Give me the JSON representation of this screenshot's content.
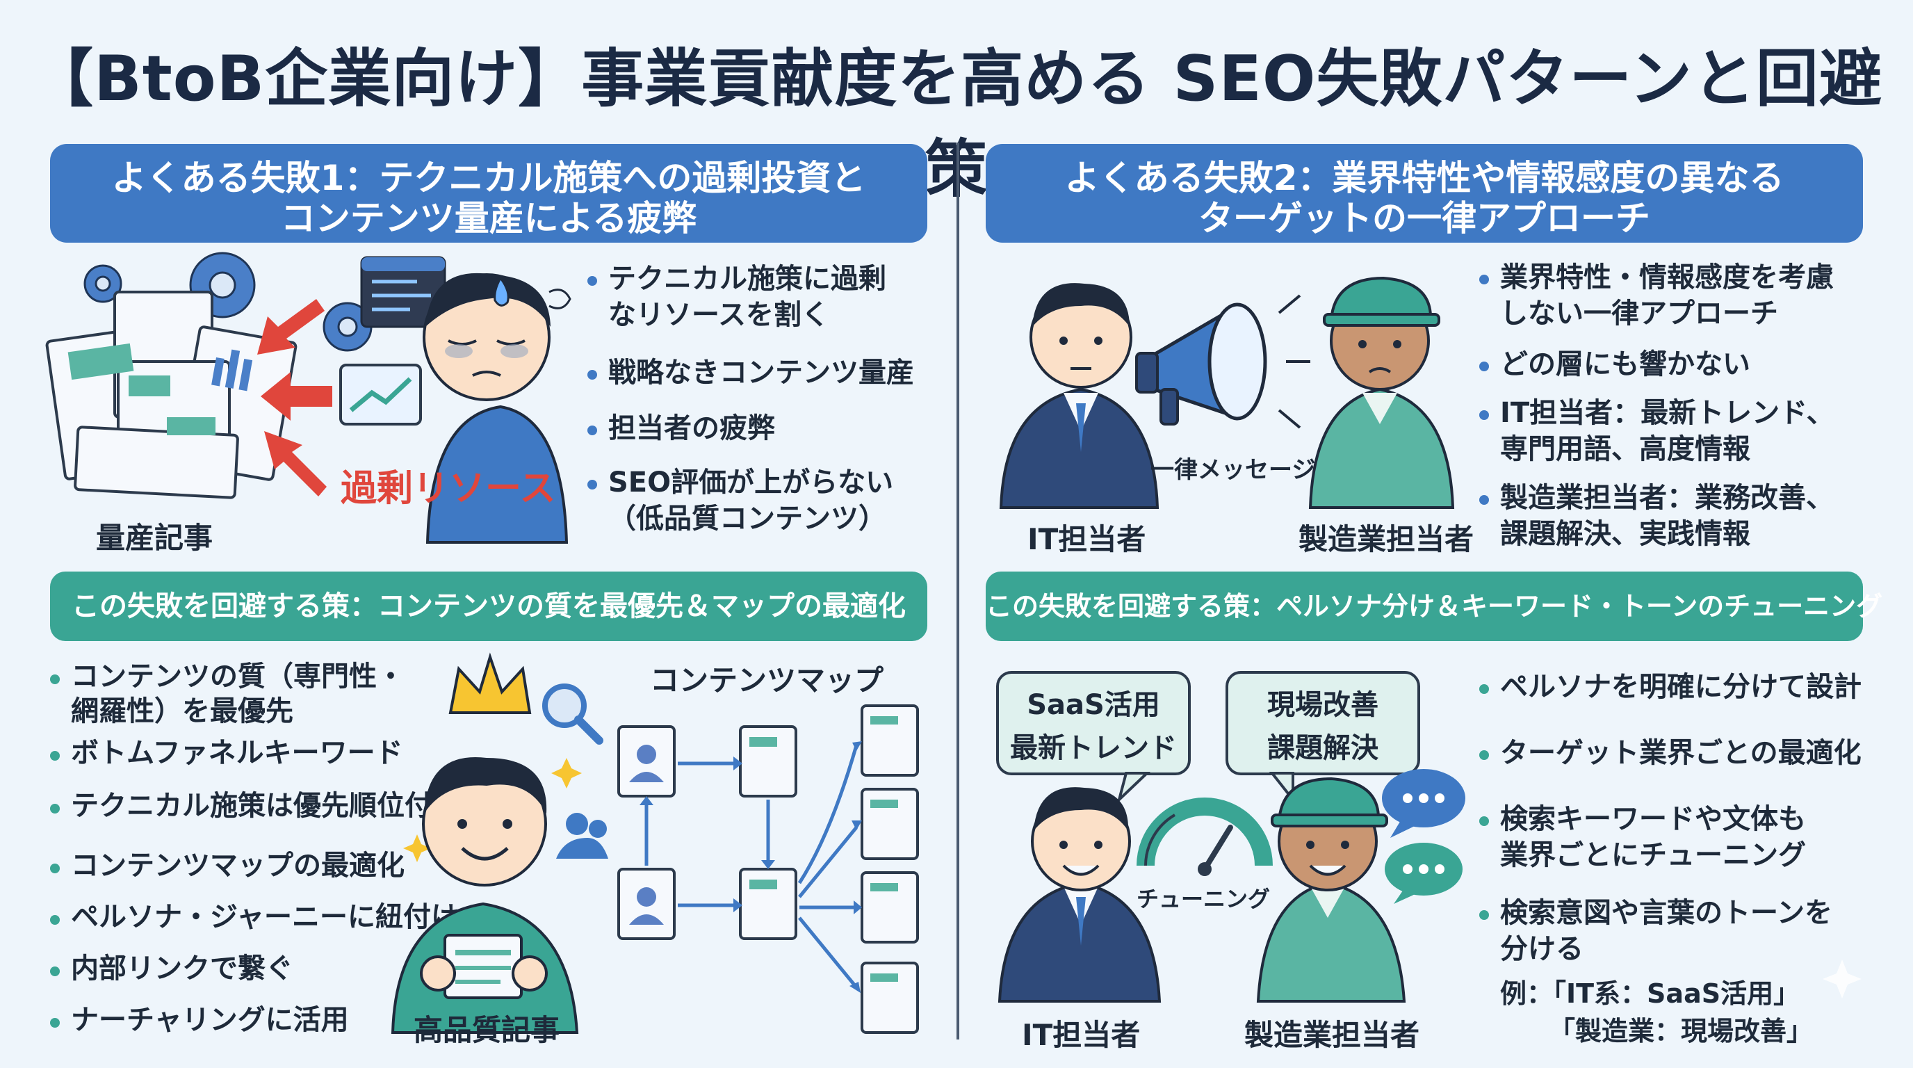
{
  "title": "【BtoB企業向け】事業貢献度を高める SEO失敗パターンと回避策",
  "colors": {
    "blue": "#3f79c4",
    "teal": "#3aa594",
    "red": "#e0463c",
    "navy": "#1b2a44"
  },
  "failure1": {
    "banner_line1": "よくある失敗1：テクニカル施策への過剰投資と",
    "banner_line2": "コンテンツ量産による疲弊",
    "overload_label": "過剰リソース",
    "mass_label": "量産記事",
    "points": [
      "テクニカル施策に過剰\nなリソースを割く",
      "戦略なきコンテンツ量産",
      "担当者の疲弊",
      "SEO評価が上がらない\n（低品質コンテンツ）"
    ],
    "icons": [
      "gear-icon",
      "code-window-icon",
      "chart-icon",
      "sweat-icon"
    ]
  },
  "solution1": {
    "banner": "この失敗を回避する策：コンテンツの質を最優先＆マップの最適化",
    "map_label": "コンテンツマップ",
    "quality_label": "高品質記事",
    "points": [
      "コンテンツの質（専門性・\n網羅性）を最優先",
      "ボトムファネルキーワード",
      "テクニカル施策は優先順位付け",
      "コンテンツマップの最適化",
      "ペルソナ・ジャーニーに紐付け",
      "内部リンクで繋ぐ",
      "ナーチャリングに活用"
    ],
    "icons": [
      "crown-icon",
      "magnifier-icon",
      "users-icon",
      "sparkle-icon"
    ]
  },
  "failure2": {
    "banner_line1": "よくある失敗2：業界特性や情報感度の異なる",
    "banner_line2": "ターゲットの一律アプローチ",
    "message_label": "一律メッセージ",
    "person_it": "IT担当者",
    "person_mfg": "製造業担当者",
    "points": [
      "業界特性・情報感度を考慮\nしない一律アプローチ",
      "どの層にも響かない",
      "IT担当者：最新トレンド、\n専門用語、高度情報",
      "製造業担当者：業務改善、\n課題解決、実践情報"
    ],
    "icons": [
      "megaphone-icon"
    ]
  },
  "solution2": {
    "banner": "この失敗を回避する策：ペルソナ分け＆キーワード・トーンのチューニング",
    "bubble_it": "SaaS活用\n最新トレンド",
    "bubble_mfg": "現場改善\n課題解決",
    "tuning_label": "チューニング",
    "person_it": "IT担当者",
    "person_mfg": "製造業担当者",
    "points": [
      "ペルソナを明確に分けて設計",
      "ターゲット業界ごとの最適化",
      "検索キーワードや文体も\n業界ごとにチューニング",
      "検索意図や言葉のトーンを\n分ける"
    ],
    "example_line1": "例：「IT系：SaaS活用」",
    "example_line2": "「製造業：現場改善」",
    "icons": [
      "gauge-icon",
      "chat-icon"
    ]
  }
}
